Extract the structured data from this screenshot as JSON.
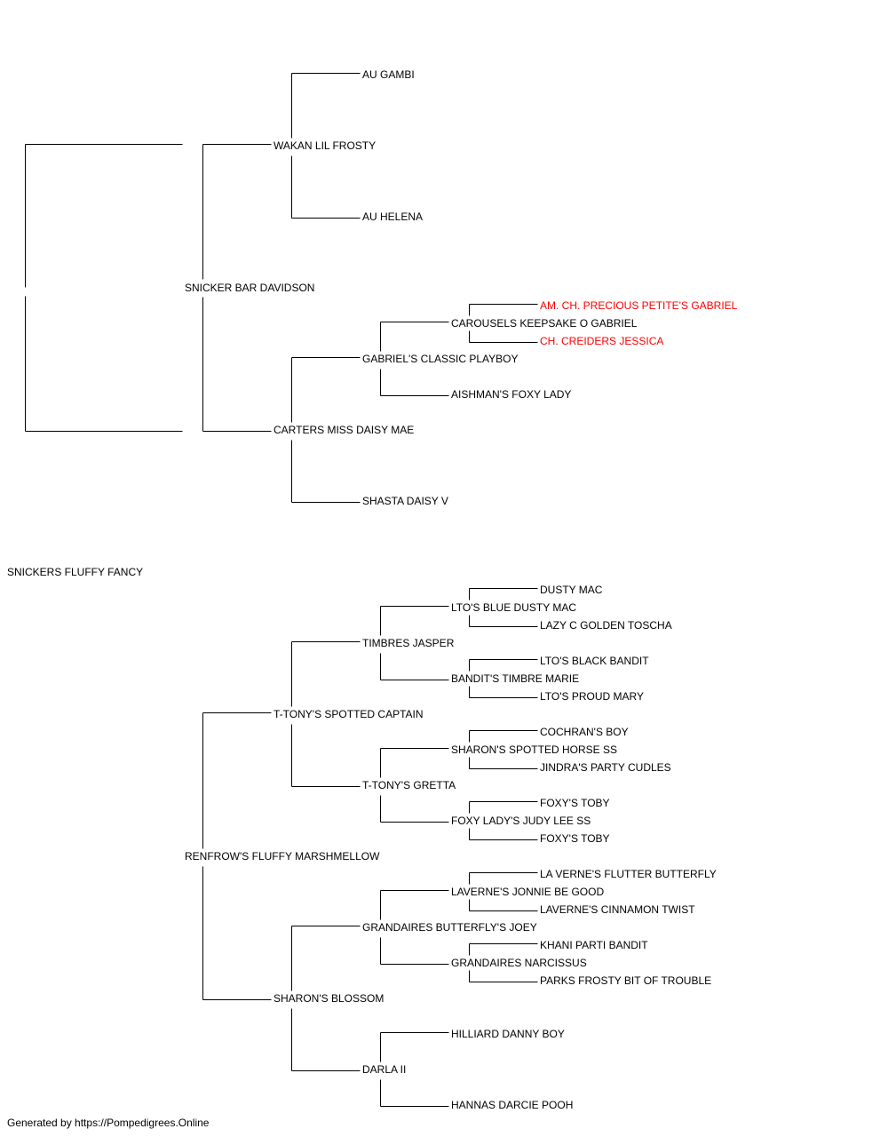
{
  "pedigree": {
    "subject": "SNICKERS FLUFFY FANCY",
    "sire": "SNICKER BAR DAVIDSON",
    "sire_sire": "WAKAN LIL FROSTY",
    "sire_sire_sire": "AU GAMBI",
    "sire_sire_dam": "AU HELENA",
    "sire_dam": "CARTERS MISS DAISY MAE",
    "sire_dam_sire": "GABRIEL'S CLASSIC PLAYBOY",
    "sire_dam_sire_sire": "CAROUSELS KEEPSAKE O GABRIEL",
    "sire_dam_sire_sire_sire": "AM. CH. PRECIOUS PETITE'S GABRIEL",
    "sire_dam_sire_sire_dam": "CH. CREIDERS JESSICA",
    "sire_dam_sire_dam": "AISHMAN'S FOXY LADY",
    "sire_dam_dam": "SHASTA DAISY V",
    "dam": "RENFROW'S FLUFFY MARSHMELLOW",
    "dam_sire": "T-TONY'S SPOTTED CAPTAIN",
    "dam_sire_sire": "TIMBRES JASPER",
    "dam_sire_sire_sire": "LTO'S BLUE DUSTY MAC",
    "dam_sire_sire_sire_sire": "DUSTY MAC",
    "dam_sire_sire_sire_dam": "LAZY C GOLDEN TOSCHA",
    "dam_sire_sire_dam": "BANDIT'S TIMBRE MARIE",
    "dam_sire_sire_dam_sire": "LTO'S BLACK BANDIT",
    "dam_sire_sire_dam_dam": "LTO'S PROUD MARY",
    "dam_sire_dam": "T-TONY'S GRETTA",
    "dam_sire_dam_sire": "SHARON'S SPOTTED HORSE SS",
    "dam_sire_dam_sire_sire": "COCHRAN'S BOY",
    "dam_sire_dam_sire_dam": "JINDRA'S PARTY CUDLES",
    "dam_sire_dam_dam": "FOXY LADY'S JUDY LEE SS",
    "dam_sire_dam_dam_sire": "FOXY'S TOBY",
    "dam_sire_dam_dam_dam": "FOXY'S TOBY",
    "dam_dam": "SHARON'S BLOSSOM",
    "dam_dam_sire": "GRANDAIRES BUTTERFLY'S JOEY",
    "dam_dam_sire_sire": "LAVERNE'S JONNIE BE GOOD",
    "dam_dam_sire_sire_sire": "LA VERNE'S FLUTTER BUTTERFLY",
    "dam_dam_sire_sire_dam": "LAVERNE'S CINNAMON TWIST",
    "dam_dam_sire_dam": "GRANDAIRES NARCISSUS",
    "dam_dam_sire_dam_sire": "KHANI PARTI BANDIT",
    "dam_dam_sire_dam_dam": "PARKS FROSTY BIT OF TROUBLE",
    "dam_dam_dam": "DARLA II",
    "dam_dam_dam_sire": "HILLIARD DANNY BOY",
    "dam_dam_dam_dam": "HANNAS DARCIE POOH"
  },
  "footer": "Generated by https://Pompedigrees.Online",
  "colors": {
    "text": "#000000",
    "highlight": "#ff0000",
    "line": "#000000"
  }
}
